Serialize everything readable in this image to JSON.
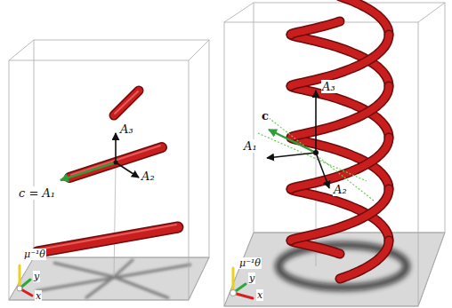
{
  "diagram": {
    "labels": [
      "c = A₁",
      "A₂",
      "A₃",
      "μ⁻¹θ",
      "y",
      "x",
      "A₃",
      "c",
      "A₁",
      "A₂",
      "μ⁻¹θ",
      "y",
      "x"
    ]
  }
}
